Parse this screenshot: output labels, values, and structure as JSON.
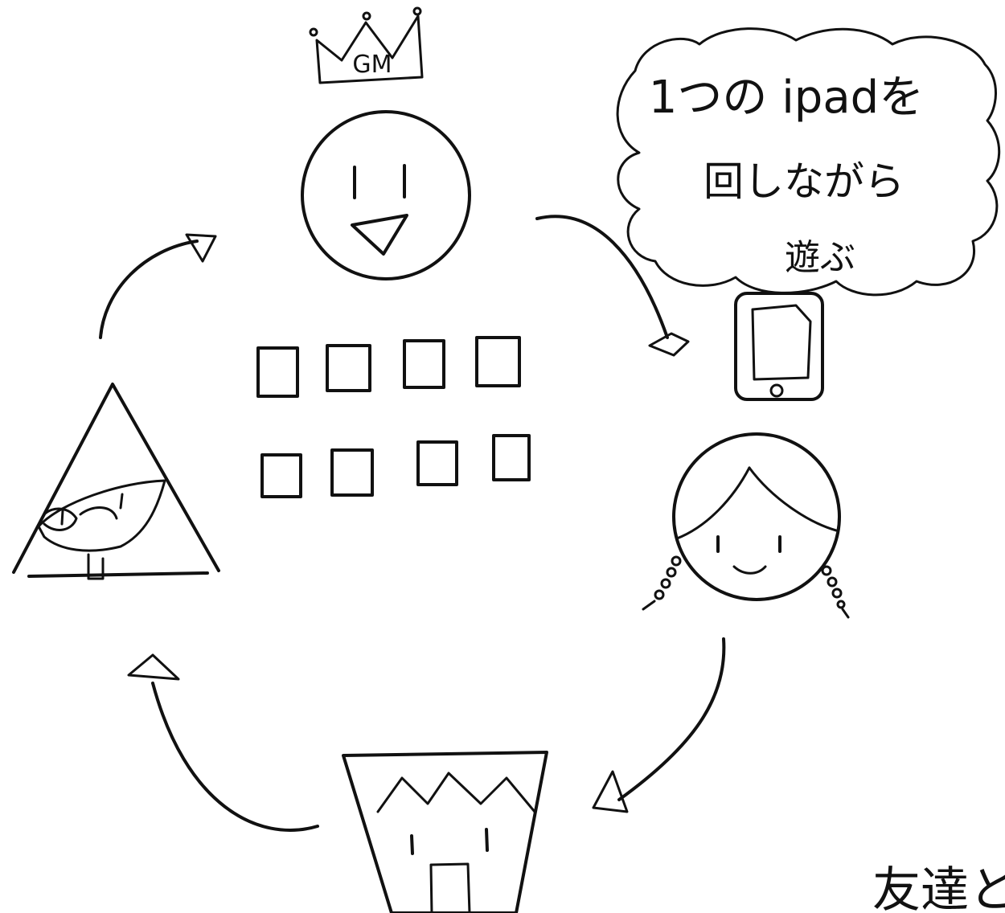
{
  "crown": {
    "label": "GM"
  },
  "bubble": {
    "line1": "1つの ipadを",
    "line2": "回しながら",
    "line3": "遊ぶ"
  },
  "footer": {
    "text": "友達と"
  },
  "colors": {
    "ink": "#111111",
    "background": "#ffffff"
  },
  "icons": {
    "gm": "crowned-face-icon",
    "device": "ipad-icon",
    "player_girl": "girl-face-icon",
    "player_monster": "monster-face-icon",
    "player_triangle": "triangle-face-icon"
  }
}
